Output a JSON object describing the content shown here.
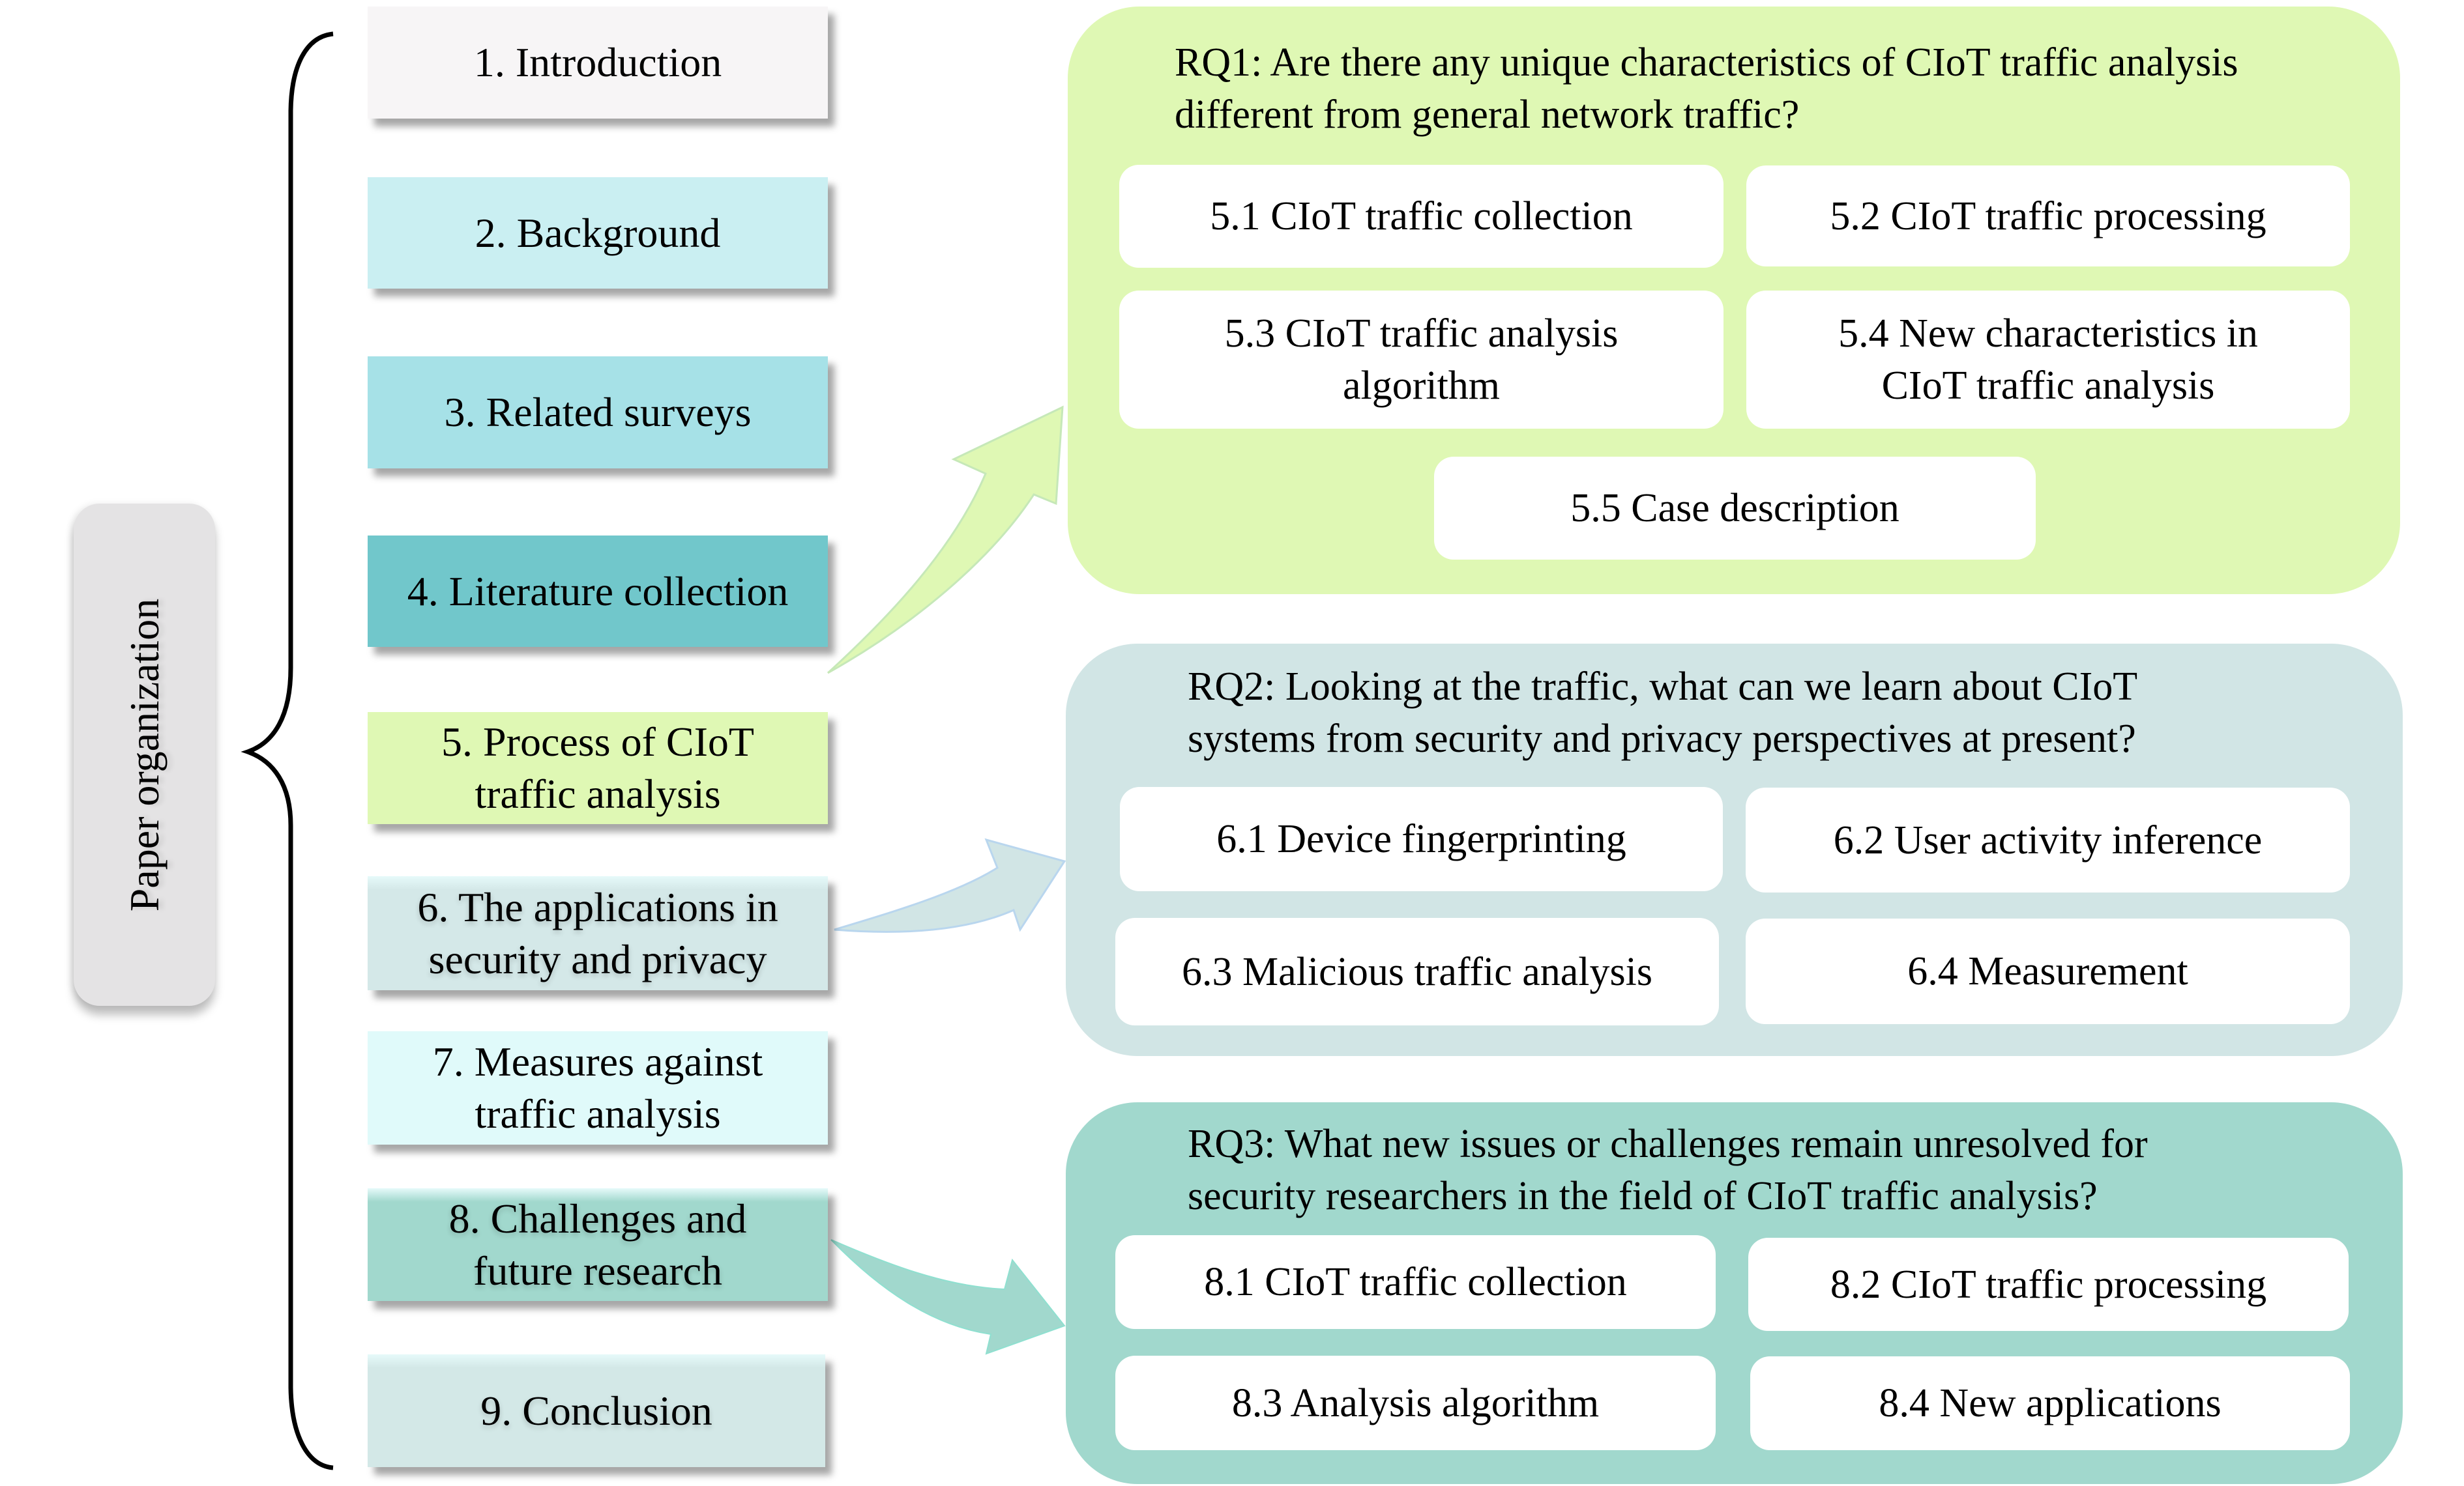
{
  "root_label": "Paper organization",
  "sections": [
    {
      "lines": [
        "1. Introduction"
      ],
      "color": "#F7F5F6"
    },
    {
      "lines": [
        "2. Background"
      ],
      "color": "#CAEFF2"
    },
    {
      "lines": [
        "3. Related surveys"
      ],
      "color": "#A6E1E7"
    },
    {
      "lines": [
        "4. Literature collection"
      ],
      "color": "#71C7CB"
    },
    {
      "lines": [
        "5. Process of CIoT",
        "traffic analysis"
      ],
      "color": "#DFF8B4"
    },
    {
      "lines": [
        "6. The applications in",
        "security and privacy"
      ],
      "color": "#D4E8E8"
    },
    {
      "lines": [
        "7. Measures against",
        "traffic analysis"
      ],
      "color": "#E0FAFA"
    },
    {
      "lines": [
        "8. Challenges and",
        "future research"
      ],
      "color": "#A1D8CD"
    },
    {
      "lines": [
        "9. Conclusion"
      ],
      "color": "#D3E8E7"
    }
  ],
  "research_questions": [
    {
      "title_lines": [
        "RQ1: Are there any unique characteristics of CIoT traffic analysis",
        "different from general network traffic?"
      ],
      "color": "#DFF8B4",
      "arrow_color": "#DFF8B4",
      "arrow_stroke": "#C6E8B8",
      "subsections": [
        {
          "lines": [
            "5.1 CIoT traffic collection"
          ]
        },
        {
          "lines": [
            "5.2 CIoT traffic processing"
          ]
        },
        {
          "lines": [
            "5.3 CIoT traffic analysis",
            "algorithm"
          ]
        },
        {
          "lines": [
            "5.4 New characteristics in",
            "CIoT traffic analysis"
          ]
        },
        {
          "lines": [
            "5.5 Case description"
          ]
        }
      ]
    },
    {
      "title_lines": [
        "RQ2: Looking at the traffic, what can we learn about CIoT",
        "systems from security and privacy perspectives at present?"
      ],
      "color": "#D1E5E5",
      "arrow_color": "#D1E5E5",
      "arrow_stroke": "#B9D6EE",
      "subsections": [
        {
          "lines": [
            "6.1 Device fingerprinting"
          ]
        },
        {
          "lines": [
            "6.2 User activity inference"
          ]
        },
        {
          "lines": [
            "6.3 Malicious traffic analysis"
          ]
        },
        {
          "lines": [
            "6.4 Measurement"
          ]
        }
      ]
    },
    {
      "title_lines": [
        "RQ3: What new issues or challenges remain unresolved for",
        "security researchers in the field of CIoT traffic analysis?"
      ],
      "color": "#A1D8CD",
      "arrow_color": "#A1D8CD",
      "arrow_stroke": "#8FE0D0",
      "subsections": [
        {
          "lines": [
            "8.1 CIoT traffic collection"
          ]
        },
        {
          "lines": [
            "8.2 CIoT traffic processing"
          ]
        },
        {
          "lines": [
            "8.3 Analysis algorithm"
          ]
        },
        {
          "lines": [
            "8.4 New applications"
          ]
        }
      ]
    }
  ],
  "connections": [
    {
      "from": "5. Process of CIoT traffic analysis",
      "to": "RQ1"
    },
    {
      "from": "6. The applications in security and privacy",
      "to": "RQ2"
    },
    {
      "from": "8. Challenges and future research",
      "to": "RQ3"
    }
  ]
}
